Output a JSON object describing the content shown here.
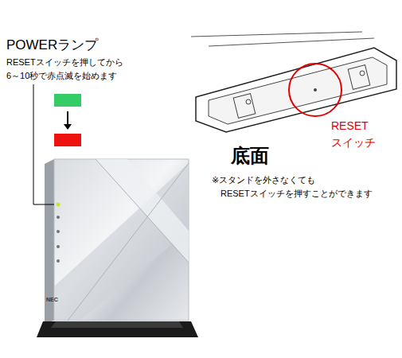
{
  "diagram": {
    "labels": [
      "POWERランプ",
      "RESETスイッチを押してから 6～10秒で赤点滅を始めます",
      "底面",
      "※スタンドを外さなくても RESETスイッチを押すことができます",
      "RESET スイッチ",
      "NEC"
    ]
  }
}
